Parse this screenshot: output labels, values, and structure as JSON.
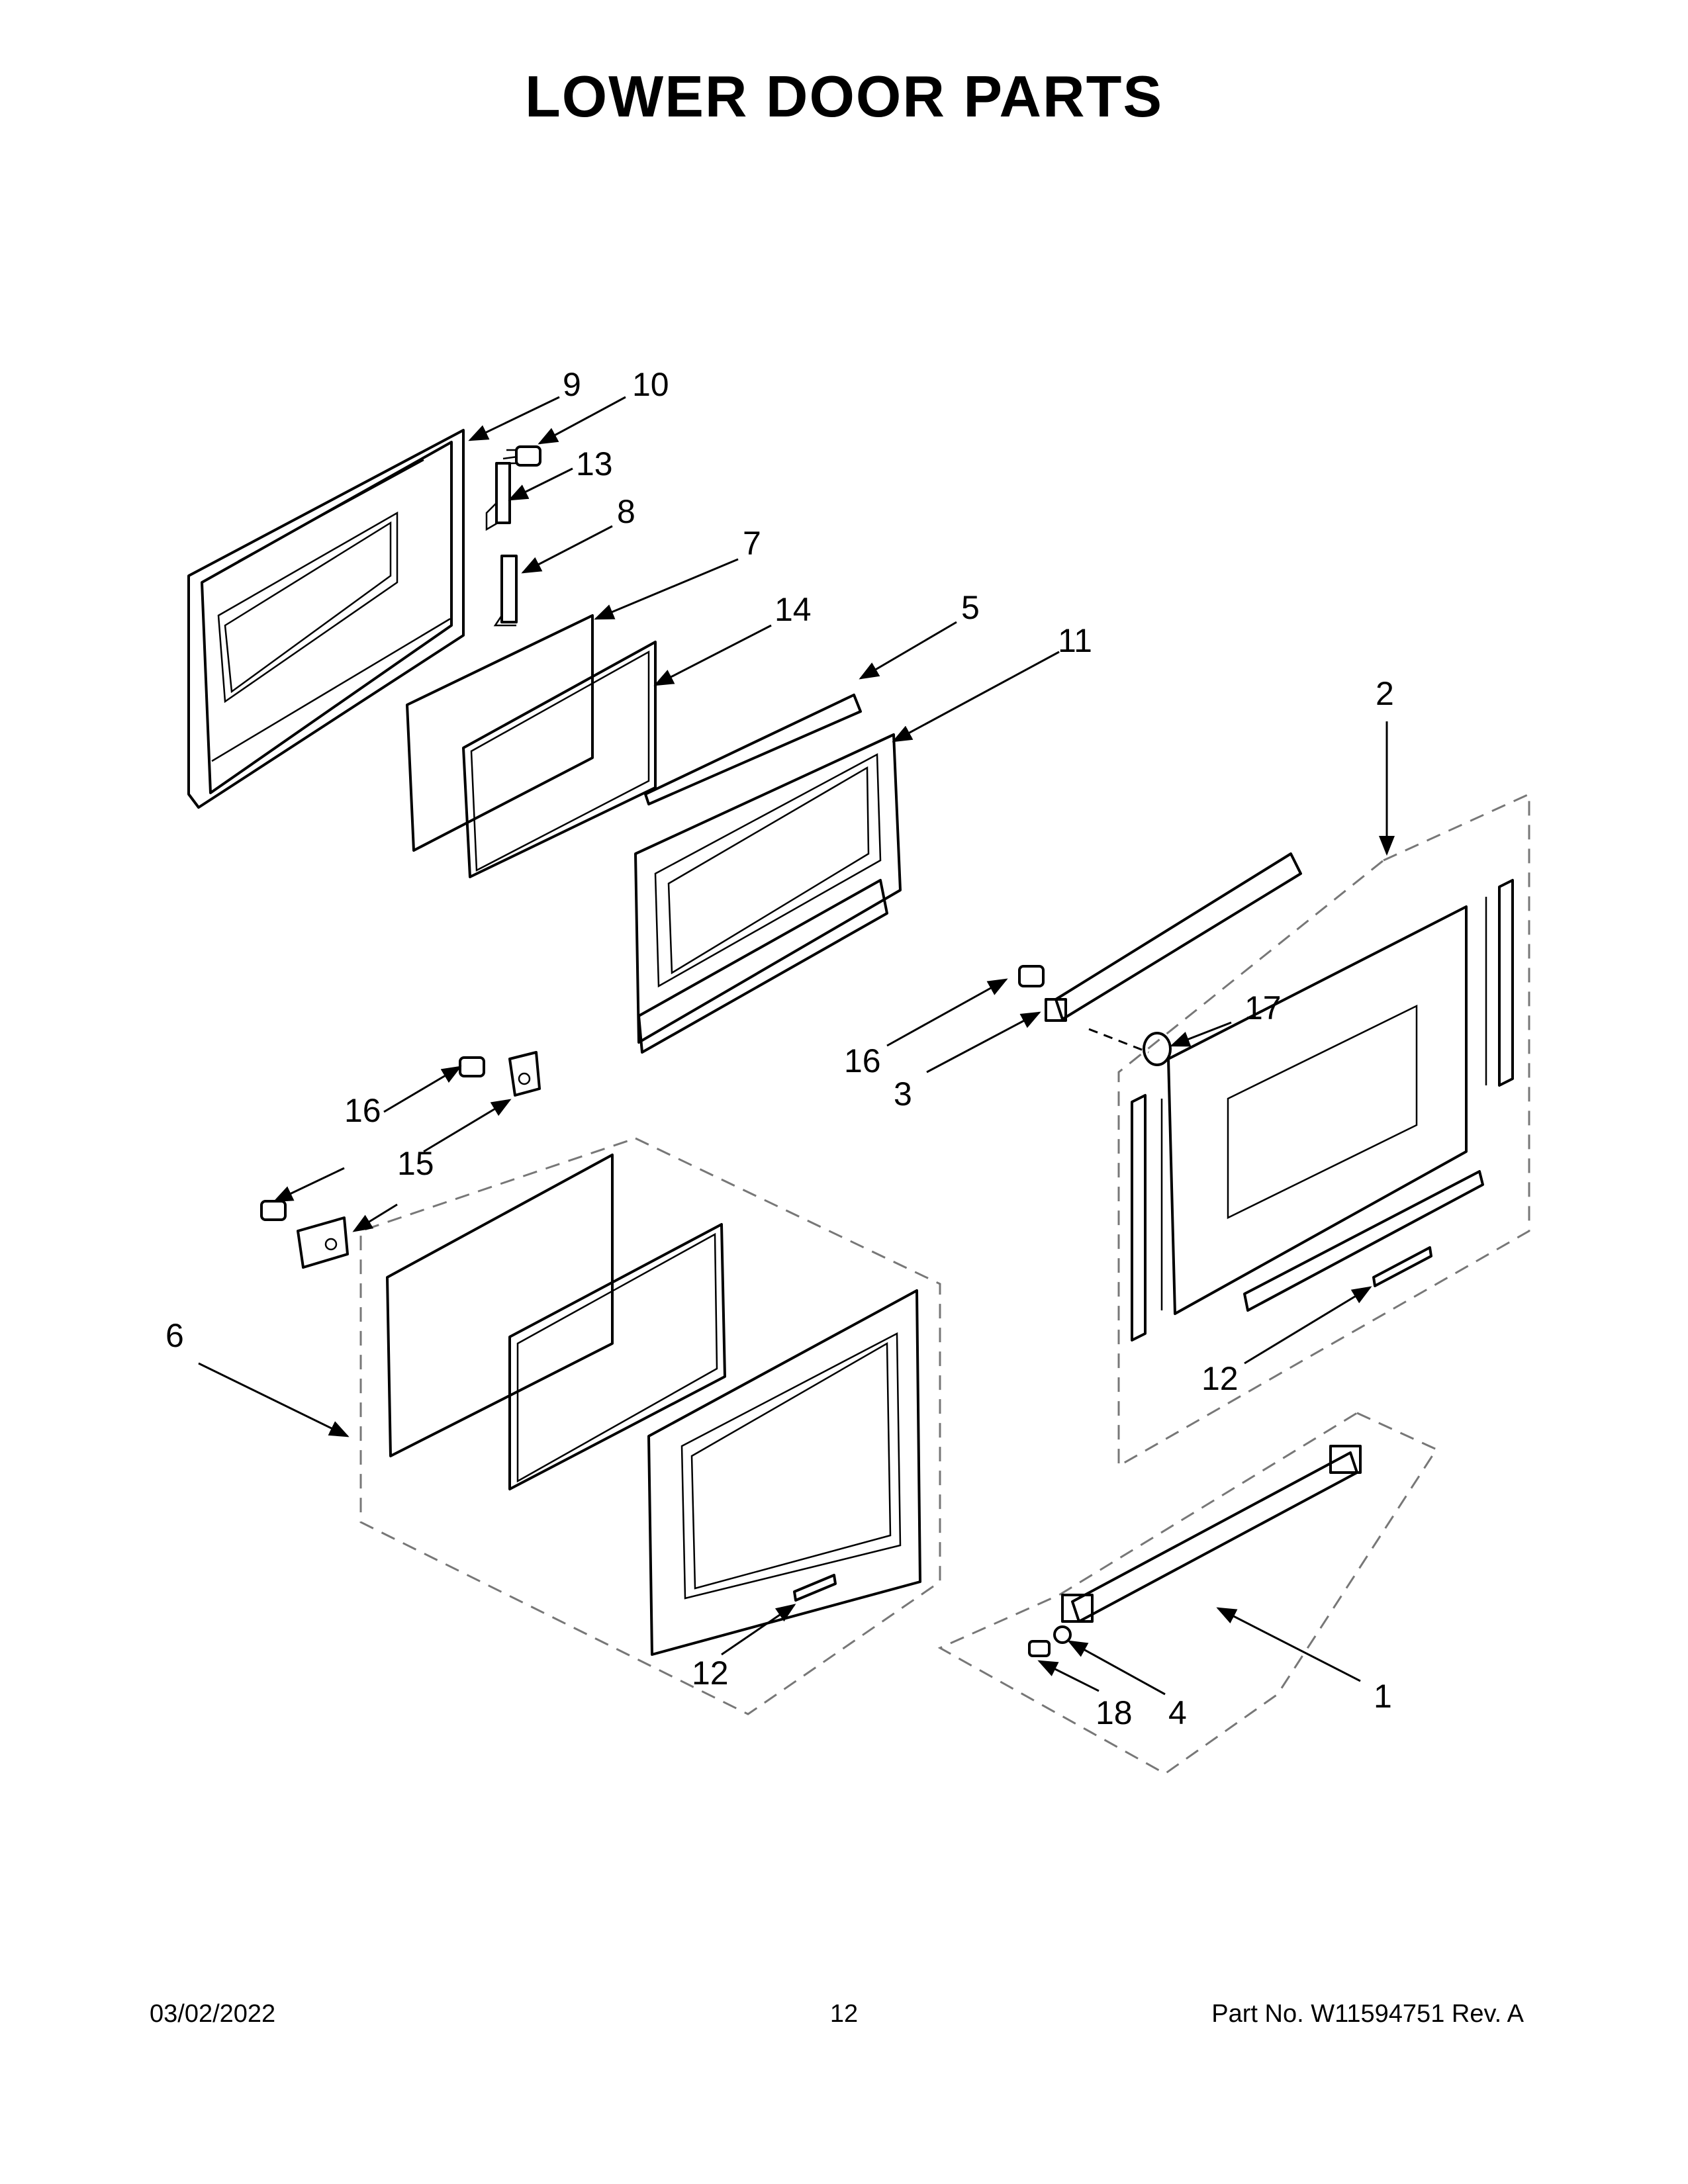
{
  "title": "LOWER DOOR PARTS",
  "footer": {
    "date": "03/02/2022",
    "page": "12",
    "part_number": "Part No.  W11594751  Rev.  A"
  },
  "callouts": {
    "c1": "1",
    "c2": "2",
    "c3": "3",
    "c4": "4",
    "c5": "5",
    "c6": "6",
    "c7": "7",
    "c8": "8",
    "c9": "9",
    "c10": "10",
    "c11": "11",
    "c12a": "12",
    "c12b": "12",
    "c13": "13",
    "c14": "14",
    "c15": "15",
    "c16a": "16",
    "c16b": "16",
    "c17": "17",
    "c18": "18"
  }
}
